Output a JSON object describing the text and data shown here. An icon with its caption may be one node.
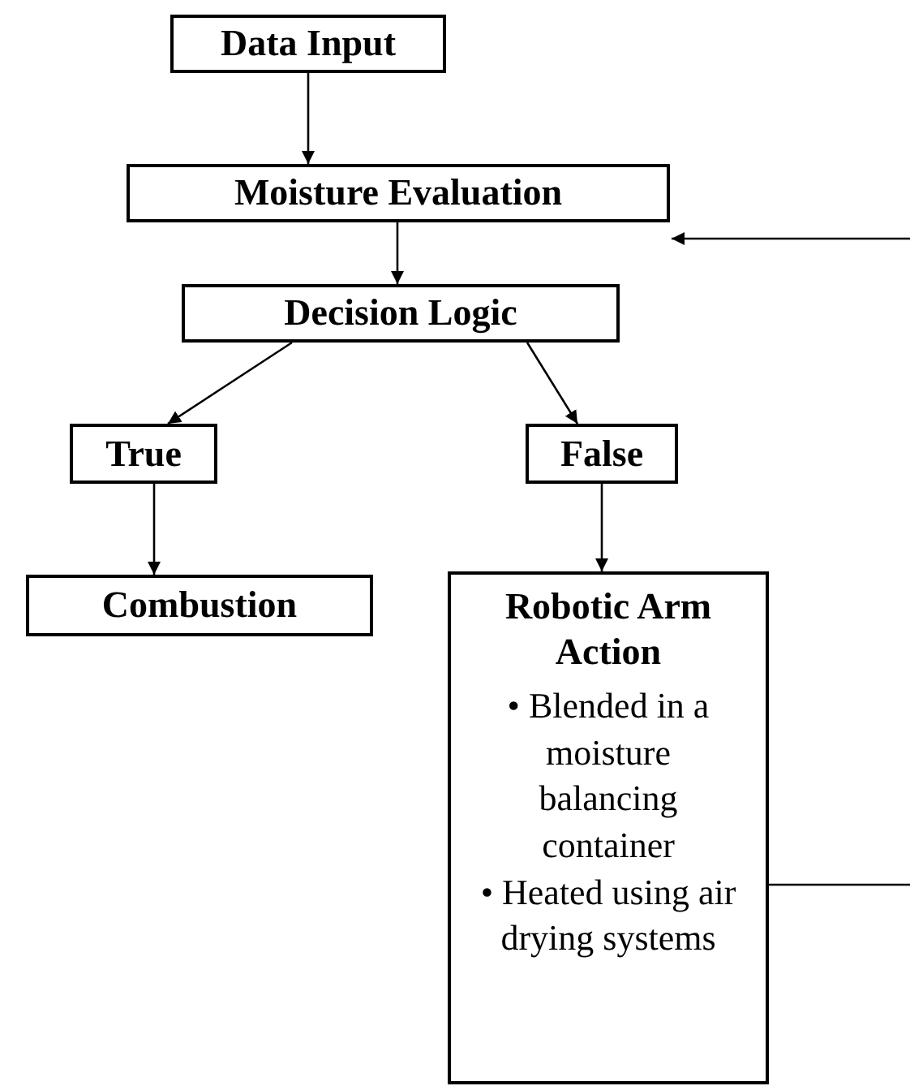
{
  "diagram": {
    "nodes": [
      {
        "text": [
          "Data Input"
        ]
      },
      {
        "text": [
          "Moisture Evaluation"
        ]
      },
      {
        "text": [
          "Decision Logic"
        ]
      },
      {
        "text": [
          "True"
        ]
      },
      {
        "text": [
          "False"
        ]
      },
      {
        "text": [
          "Combustion"
        ]
      },
      {
        "text": [
          "Robotic Arm Action",
          "• Blended in a moisture balancing container",
          "• Heated using air drying systems"
        ]
      }
    ],
    "edges": [
      {
        "from": 0,
        "to": 1,
        "arrow": "to"
      },
      {
        "from": 1,
        "to": 2,
        "arrow": "to"
      },
      {
        "from": 2,
        "to": 3,
        "arrow": "to"
      },
      {
        "from": 2,
        "to": 4,
        "arrow": "to"
      },
      {
        "from": 3,
        "to": 5,
        "arrow": "to"
      },
      {
        "from": 4,
        "to": 6,
        "arrow": "to"
      },
      {
        "from": 6,
        "to": null,
        "arrow": "none"
      },
      {
        "from": null,
        "to": 1,
        "arrow": "to"
      }
    ]
  }
}
